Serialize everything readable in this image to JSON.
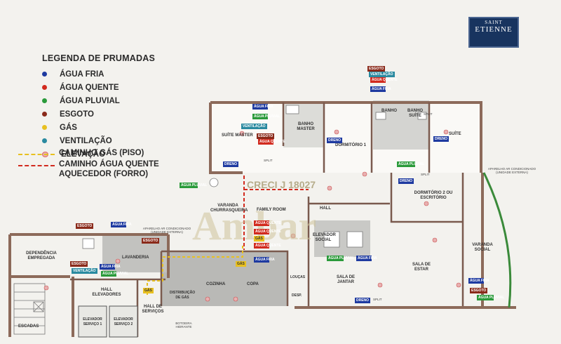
{
  "logo": {
    "top": "SAINT",
    "line1": "SAINT",
    "line2": "ETIENNE"
  },
  "legend": {
    "title": "LEGENDA DE PRUMADAS",
    "items": [
      {
        "label": "ÁGUA FRIA",
        "color": "#1e3aa0"
      },
      {
        "label": "ÁGUA QUENTE",
        "color": "#d22a1e"
      },
      {
        "label": "ÁGUA PLUVIAL",
        "color": "#2a9a3a"
      },
      {
        "label": "ESGOTO",
        "color": "#8a2a1a"
      },
      {
        "label": "GÁS",
        "color": "#e8c020"
      },
      {
        "label": "VENTILAÇÃO",
        "color": "#2a8aa0"
      },
      {
        "label": "ELEVAÇÃO",
        "color": "#e8b0b0"
      }
    ],
    "gas_path": "CAMINHO GÁS (PISO)",
    "hot_path_1": "CAMINHO ÁGUA QUENTE",
    "hot_path_2": "AQUECEDOR (FORRO)"
  },
  "rooms": {
    "suite_master": "SUÍTE MASTER",
    "banho_master": "BANHO MASTER",
    "dormitorio1": "DORMITÓRIO 1",
    "banho_a": "BANHO",
    "banho_b": "BANHO SUÍTE",
    "suite": "SUÍTE",
    "dormitorio2": "DORMITÓRIO 2 OU ESCRITÓRIO",
    "varanda_churrasqueira": "VARANDA CHURRASQUEIRA",
    "family_room": "FAMILY ROOM",
    "hall": "HALL",
    "elevador_social": "ELEVADOR SOCIAL",
    "sala_estar": "SALA DE ESTAR",
    "varanda_social": "VARANDA SOCIAL",
    "sala_jantar": "SALA DE JANTAR",
    "copa": "COPA",
    "cozinha": "COZINHA",
    "lavanderia": "LAVANDERIA",
    "dependencia": "DEPENDÊNCIA EMPREGADA",
    "hall_elevadores": "HALL ELEVADORES",
    "hall_servicos": "HALL DE SERVIÇOS",
    "elevador_servico1": "ELEVADOR SERVIÇO 1",
    "elevador_servico2": "ELEVADOR SERVIÇO 2",
    "escadas": "ESCADAS",
    "distribuicao_gas": "DISTRIBUIÇÃO DE GÁS",
    "loucas": "LOUÇAS",
    "desp": "DESP."
  },
  "notes": {
    "ac_top": "APARELHO AR CONDICIONADO (UNIDADE EXTERNA)",
    "ac_left": "APARELHO AR CONDICIONADO (UNIDADE EXTERNA)",
    "hidrante": "BOTOEIRA HIDRANTE",
    "split": "SPLIT"
  },
  "tags": {
    "agua_fria": "ÁGUA FRIA",
    "agua_quente": "ÁGUA QUENTE",
    "agua_pluvial": "ÁGUA PLUVIAL",
    "esgoto": "ESGOTO",
    "gas": "GÁS",
    "ventilacao": "VENTILAÇÃO",
    "dreno": "DRENO"
  },
  "watermark": {
    "brand": "Ambar",
    "creci": "CRECI J 18027"
  }
}
